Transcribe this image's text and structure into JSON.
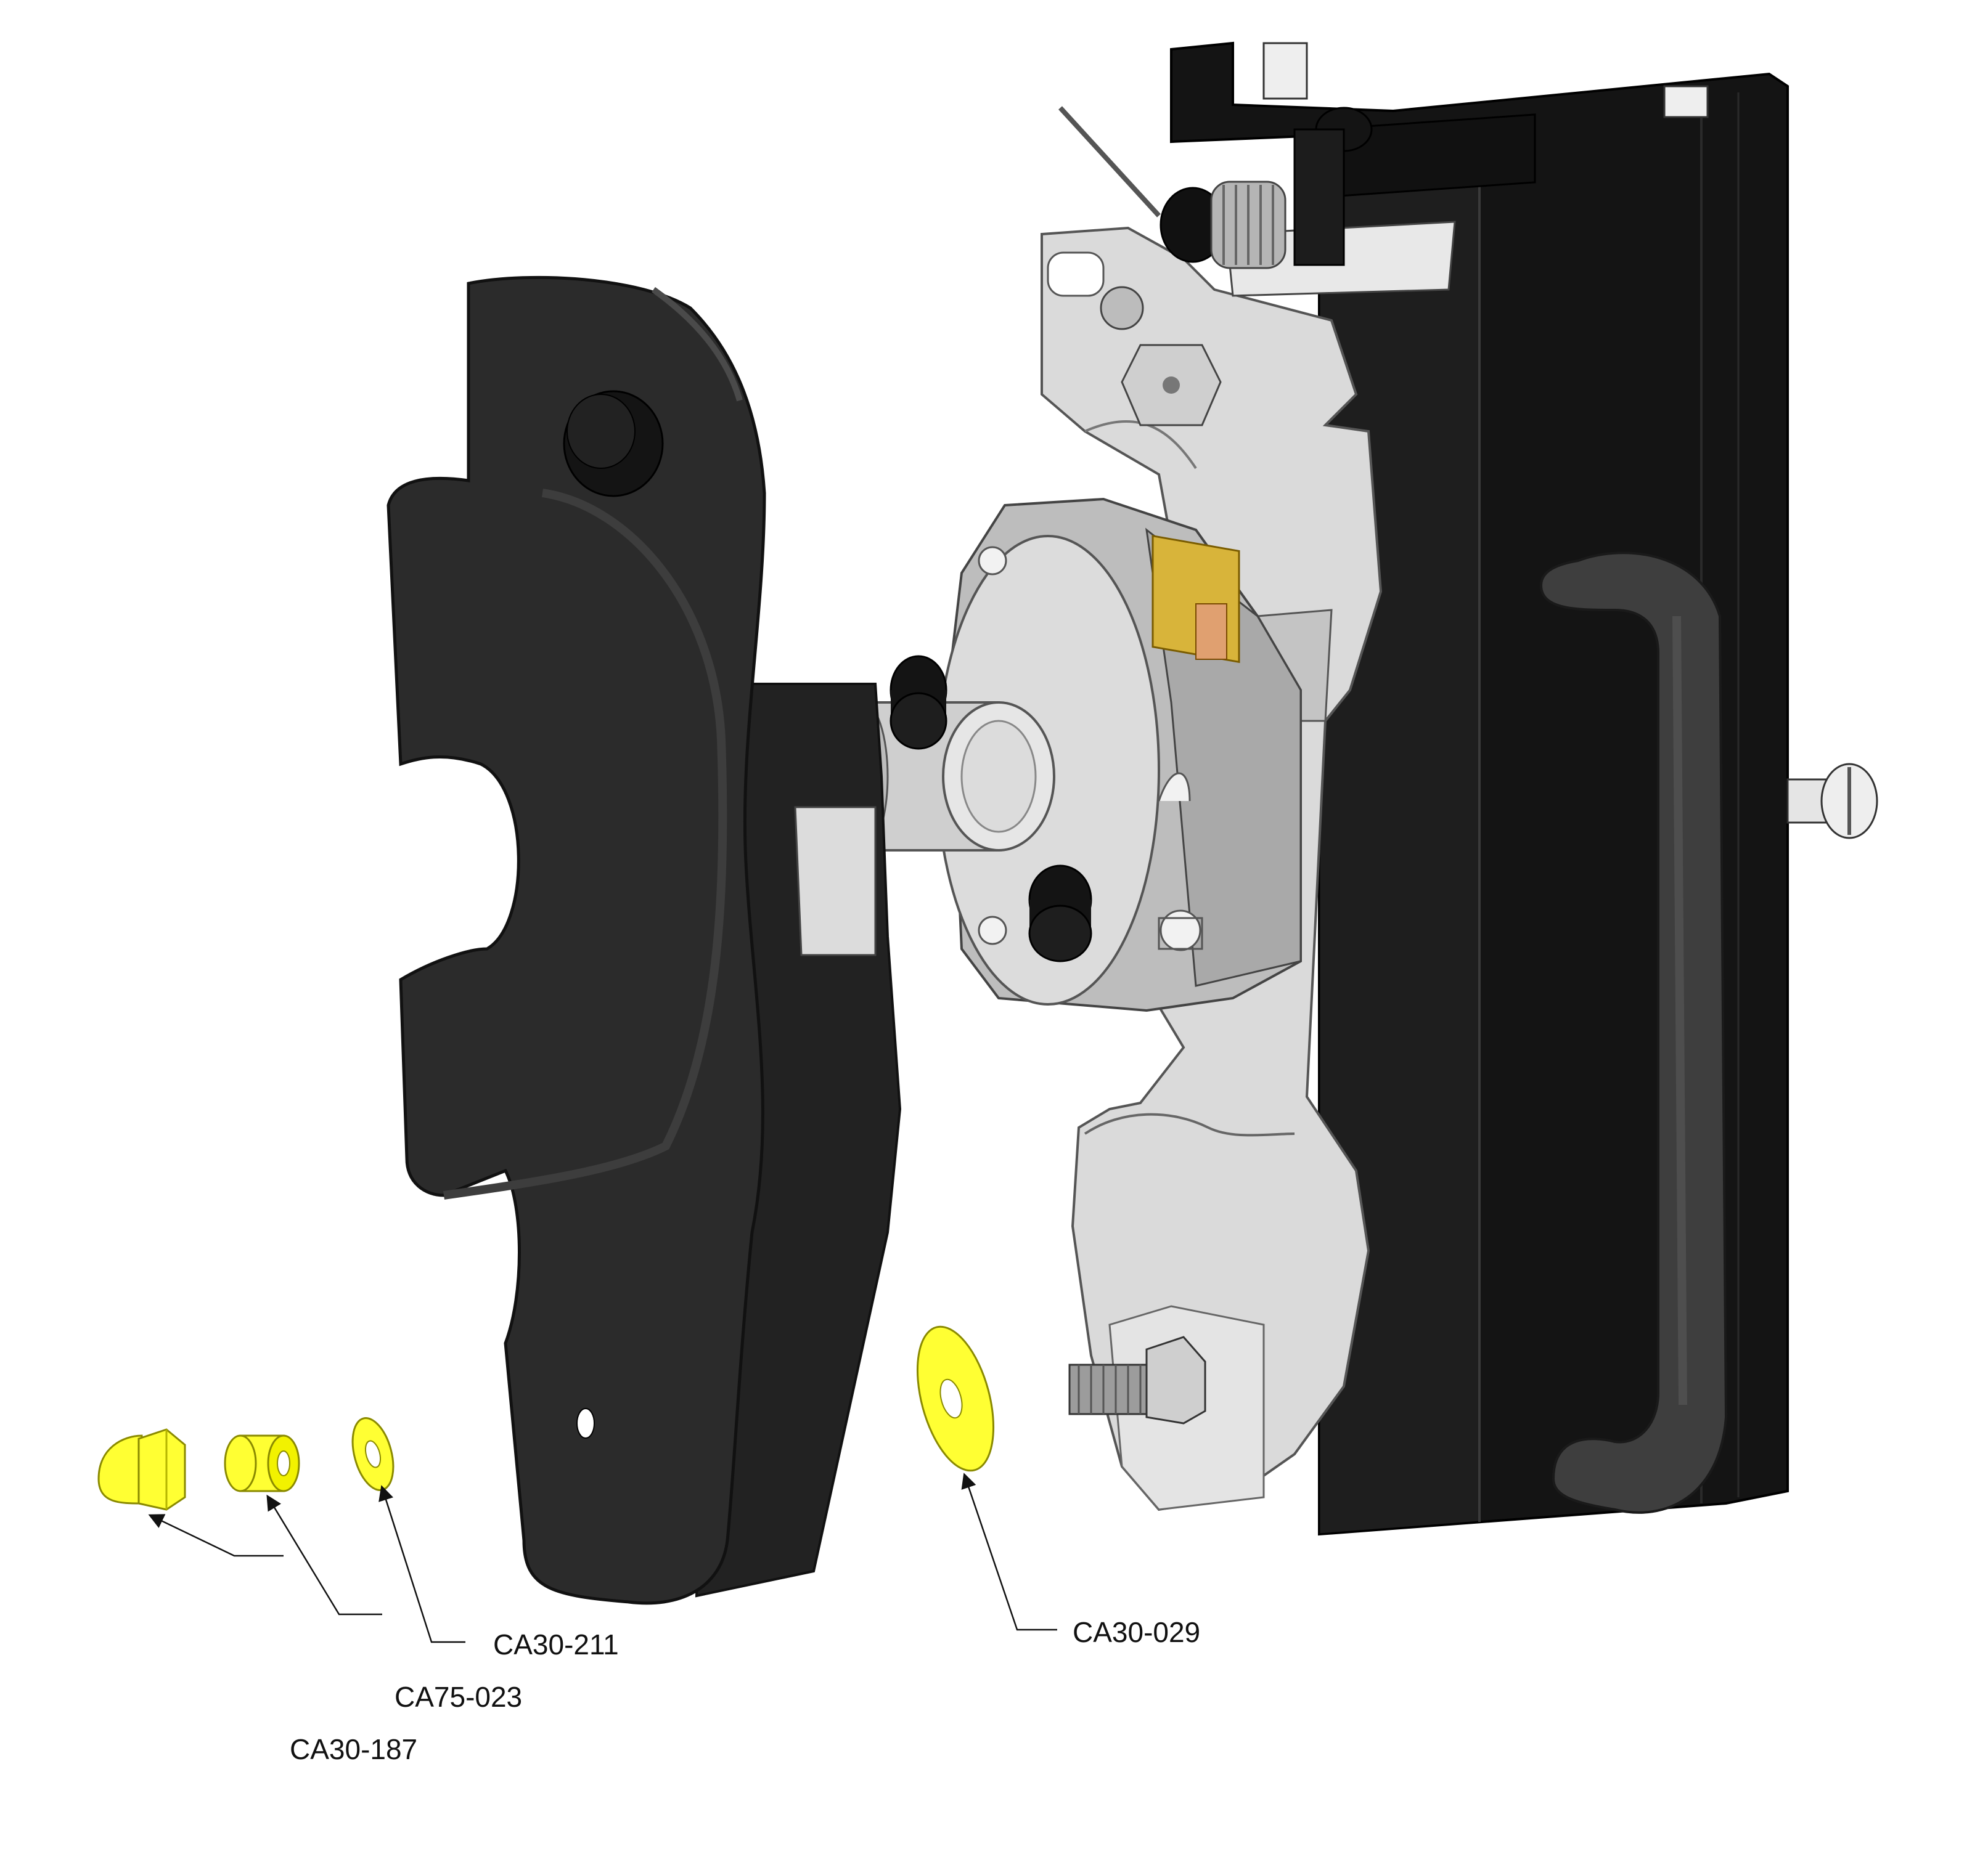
{
  "colors": {
    "background": "#ffffff",
    "handle_black": "#2b2b2b",
    "handle_edge": "#111111",
    "mechanism_grey": "#d6d6d6",
    "mechanism_mid": "#b9b9b9",
    "mechanism_dark": "#8f8f8f",
    "rail_black": "#141414",
    "grip_grey": "#3e3e3e",
    "hardware_yellow": "#ffff33",
    "hardware_yellow_shade": "#d6d600",
    "switch_amber": "#d8b43a",
    "leader_line": "#111111"
  },
  "parts": [
    {
      "id": "acorn_nut",
      "icon": "acorn-nut-icon",
      "label": "CA30-187"
    },
    {
      "id": "spacer",
      "icon": "spacer-icon",
      "label": "CA75-023"
    },
    {
      "id": "small_washer",
      "icon": "washer-icon",
      "label": "CA30-211"
    },
    {
      "id": "large_washer",
      "icon": "washer-icon",
      "label": "CA30-029"
    }
  ]
}
